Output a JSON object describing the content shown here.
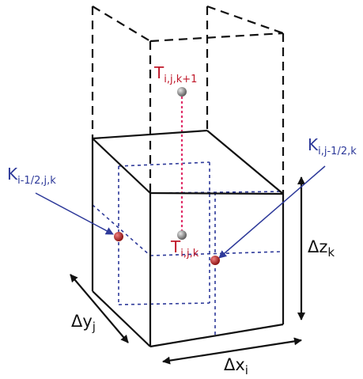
{
  "colors": {
    "edge": "#111111",
    "hidden_edge": "#2e3a9a",
    "vertical_link": "#e0306a",
    "node_red": "#b32020",
    "node_grey": "#8a8a8a",
    "label_blue": "#2e3a9a",
    "label_red": "#c0182a",
    "label_black": "#111111"
  },
  "labels": {
    "t_top": {
      "base": "T",
      "sub": "i,j,k+1"
    },
    "t_center": {
      "base": "T",
      "sub": "i,j,k"
    },
    "k_left": {
      "base": "K",
      "sub": "i-1/2,j,k"
    },
    "k_right": {
      "base": "K",
      "sub": "i,j-1/2,k"
    },
    "dz": {
      "base": "Δz",
      "sub": "k"
    },
    "dy": {
      "base": "Δy",
      "sub": "j"
    },
    "dx": {
      "base": "Δx",
      "sub": "i"
    }
  }
}
